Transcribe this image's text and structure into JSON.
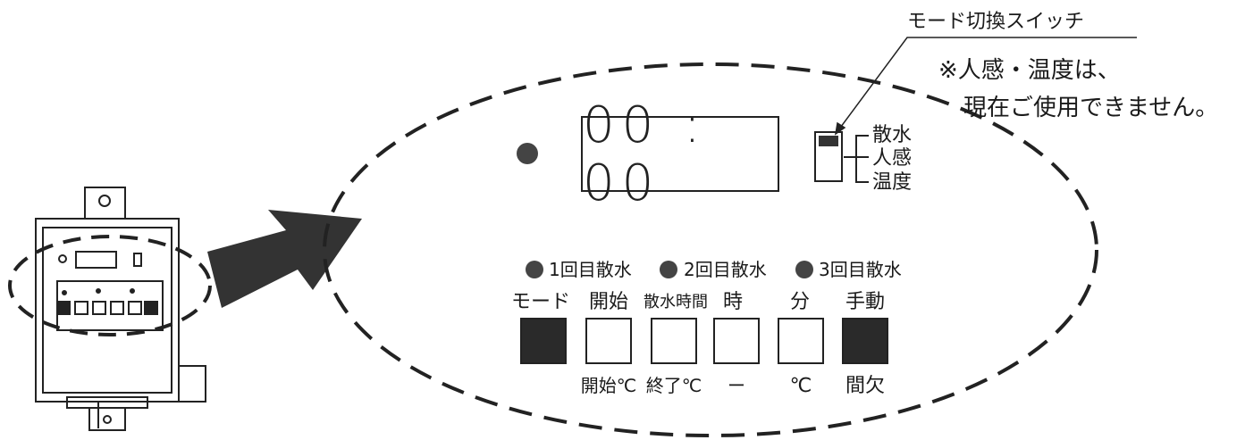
{
  "mode_switch": {
    "callout": "モード切換スイッチ",
    "positions": [
      "散水",
      "人感",
      "温度"
    ]
  },
  "notice": {
    "line1": "※人感・温度は、",
    "line2": "現在ご使用できません。"
  },
  "display": {
    "time": "00 : 00"
  },
  "indicators": [
    "1回目散水",
    "2回目散水",
    "3回目散水"
  ],
  "buttons": [
    {
      "top": "モード",
      "bottom": "",
      "style": "dark"
    },
    {
      "top": "開始",
      "bottom": "開始℃",
      "style": "light"
    },
    {
      "top": "散水時間",
      "bottom": "終了℃",
      "style": "light"
    },
    {
      "top": "時",
      "bottom": "ー",
      "style": "light"
    },
    {
      "top": "分",
      "bottom": "℃",
      "style": "light"
    },
    {
      "top": "手動",
      "bottom": "間欠",
      "style": "dark"
    }
  ],
  "colors": {
    "ink": "#222222",
    "dark_fill": "#2a2a2a"
  }
}
